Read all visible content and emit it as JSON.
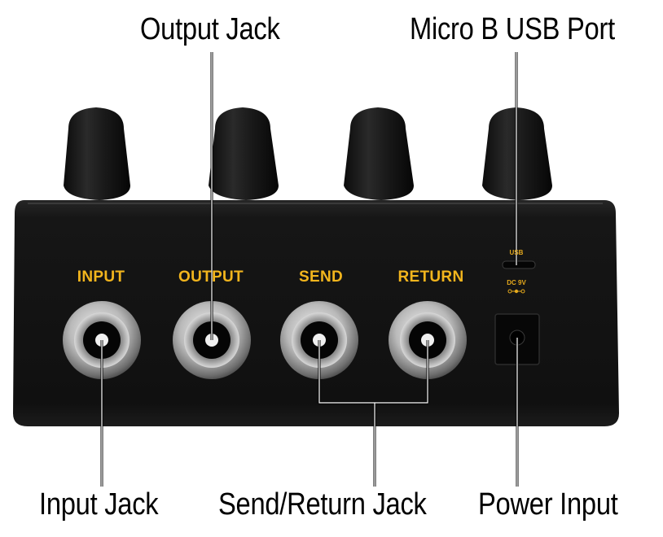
{
  "callouts": {
    "output_jack": "Output Jack",
    "usb_port": "Micro B USB Port",
    "input_jack": "Input Jack",
    "send_return_jack": "Send/Return Jack",
    "power_input": "Power Input"
  },
  "panel_labels": {
    "input": "INPUT",
    "output": "OUTPUT",
    "send": "SEND",
    "return": "RETURN",
    "usb": "USB",
    "dc": "DC 9V"
  },
  "icons": {
    "knob": "knob-icon",
    "jack": "audio-jack-icon",
    "usb": "usb-port-icon",
    "power": "dc-power-jack-icon",
    "polarity": "polarity-symbol-icon"
  },
  "colors": {
    "chassis": "#121212",
    "label_yellow": "#f2b51d",
    "callout_text": "#000000",
    "leader_line": "#000000"
  }
}
